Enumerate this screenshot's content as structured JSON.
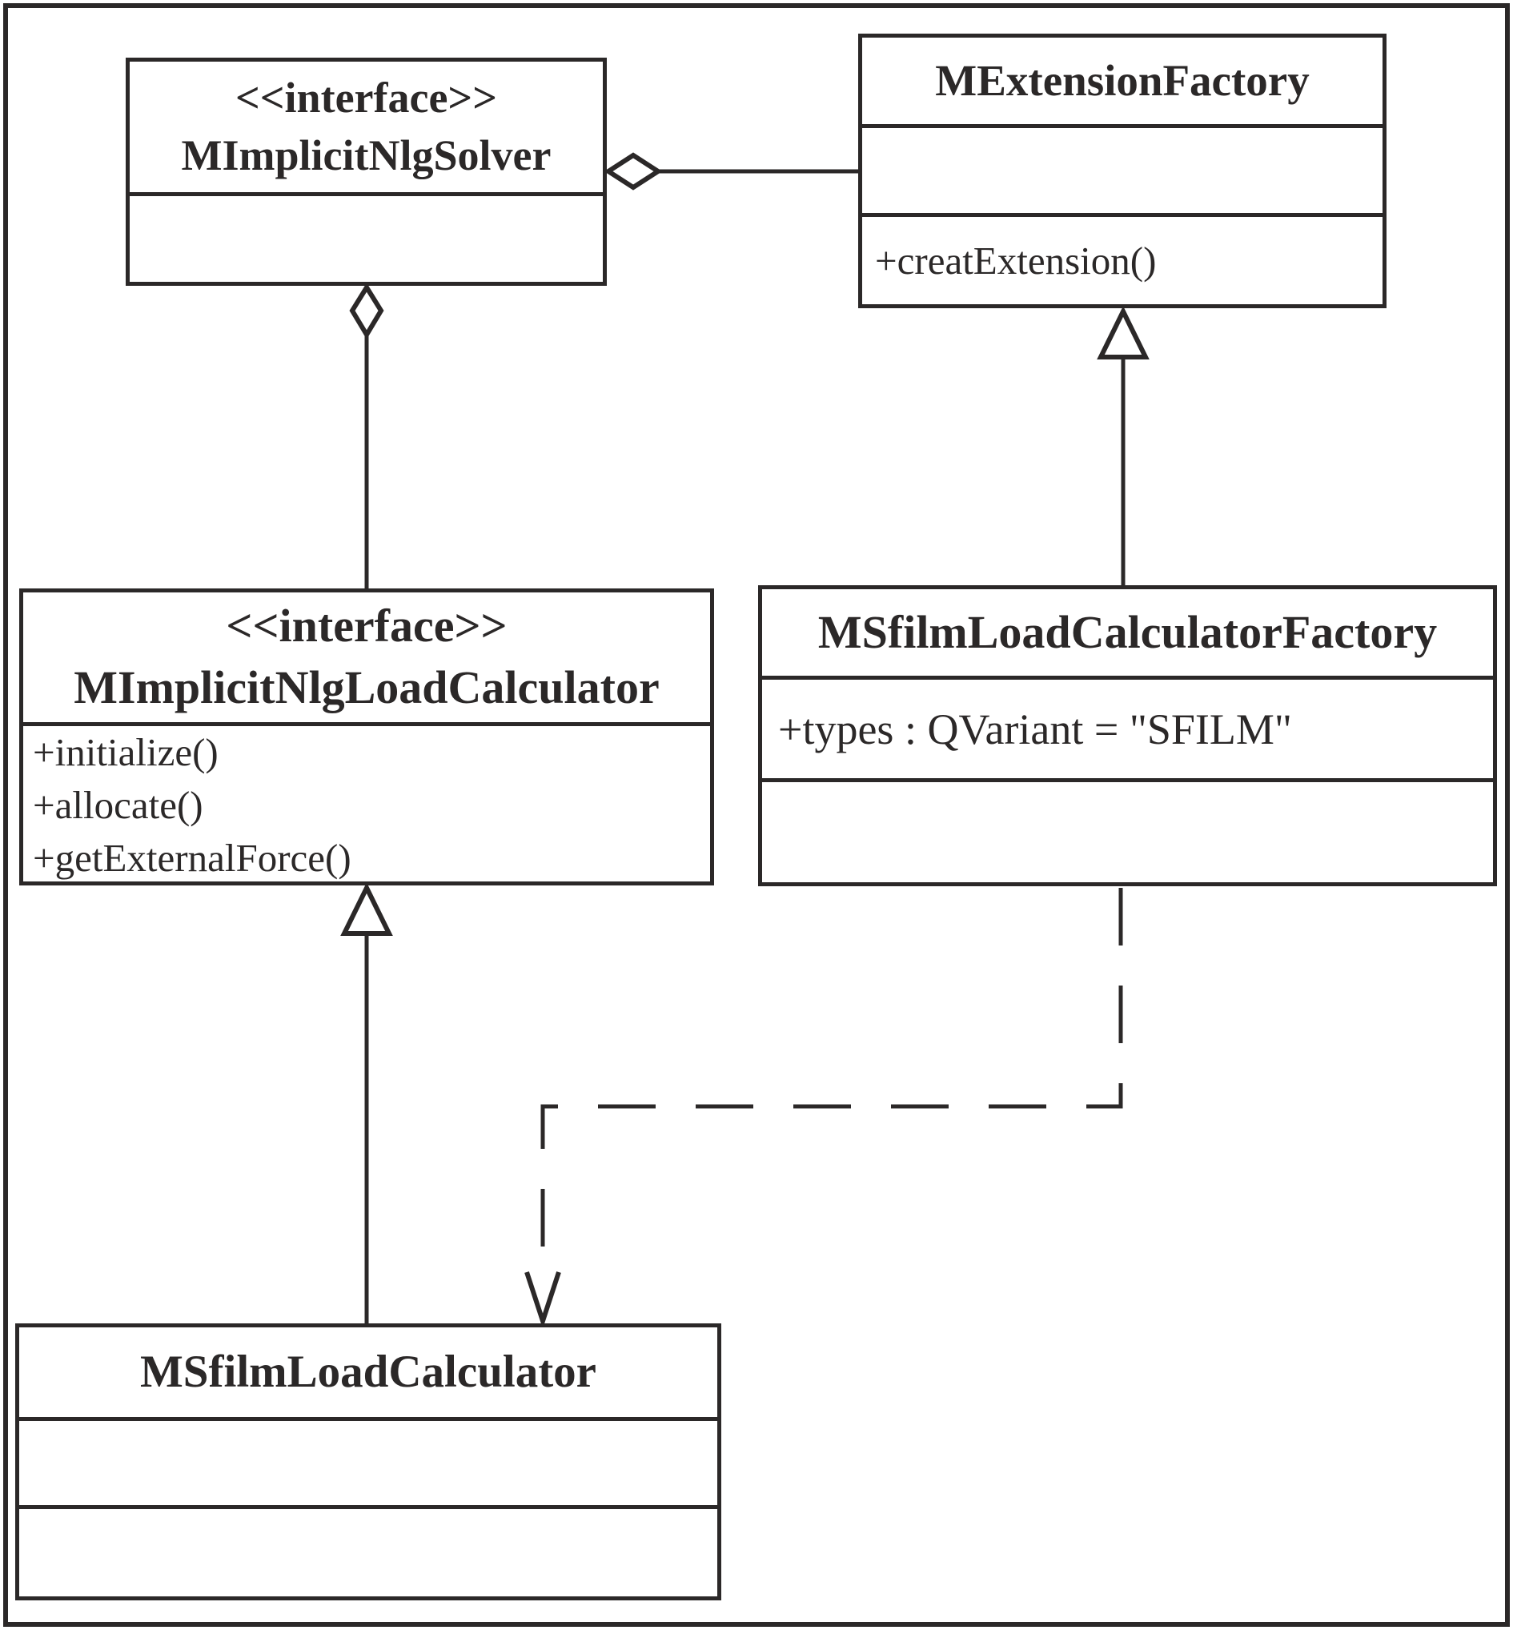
{
  "colors": {
    "ink": "#2b2828",
    "background": "#ffffff"
  },
  "classes": {
    "solver": {
      "stereotype": "<<interface>>",
      "name": "MImplicitNlgSolver"
    },
    "extension_factory": {
      "name": "MExtensionFactory",
      "methods": [
        "+creatExtension()"
      ]
    },
    "load_calculator": {
      "stereotype": "<<interface>>",
      "name": "MImplicitNlgLoadCalculator",
      "methods": [
        "+initialize()",
        "+allocate()",
        "+getExternalForce()"
      ]
    },
    "sfilm_factory": {
      "name": "MSfilmLoadCalculatorFactory",
      "attributes": [
        "+types : QVariant = \"SFILM\""
      ]
    },
    "sfilm_calculator": {
      "name": "MSfilmLoadCalculator"
    }
  },
  "relationships": [
    {
      "type": "aggregation",
      "whole": "MImplicitNlgSolver",
      "part": "MExtensionFactory"
    },
    {
      "type": "aggregation",
      "whole": "MImplicitNlgSolver",
      "part": "MImplicitNlgLoadCalculator"
    },
    {
      "type": "generalization",
      "child": "MSfilmLoadCalculatorFactory",
      "parent": "MExtensionFactory"
    },
    {
      "type": "generalization",
      "child": "MSfilmLoadCalculator",
      "parent": "MImplicitNlgLoadCalculator"
    },
    {
      "type": "dependency",
      "from": "MSfilmLoadCalculatorFactory",
      "to": "MSfilmLoadCalculator"
    }
  ]
}
